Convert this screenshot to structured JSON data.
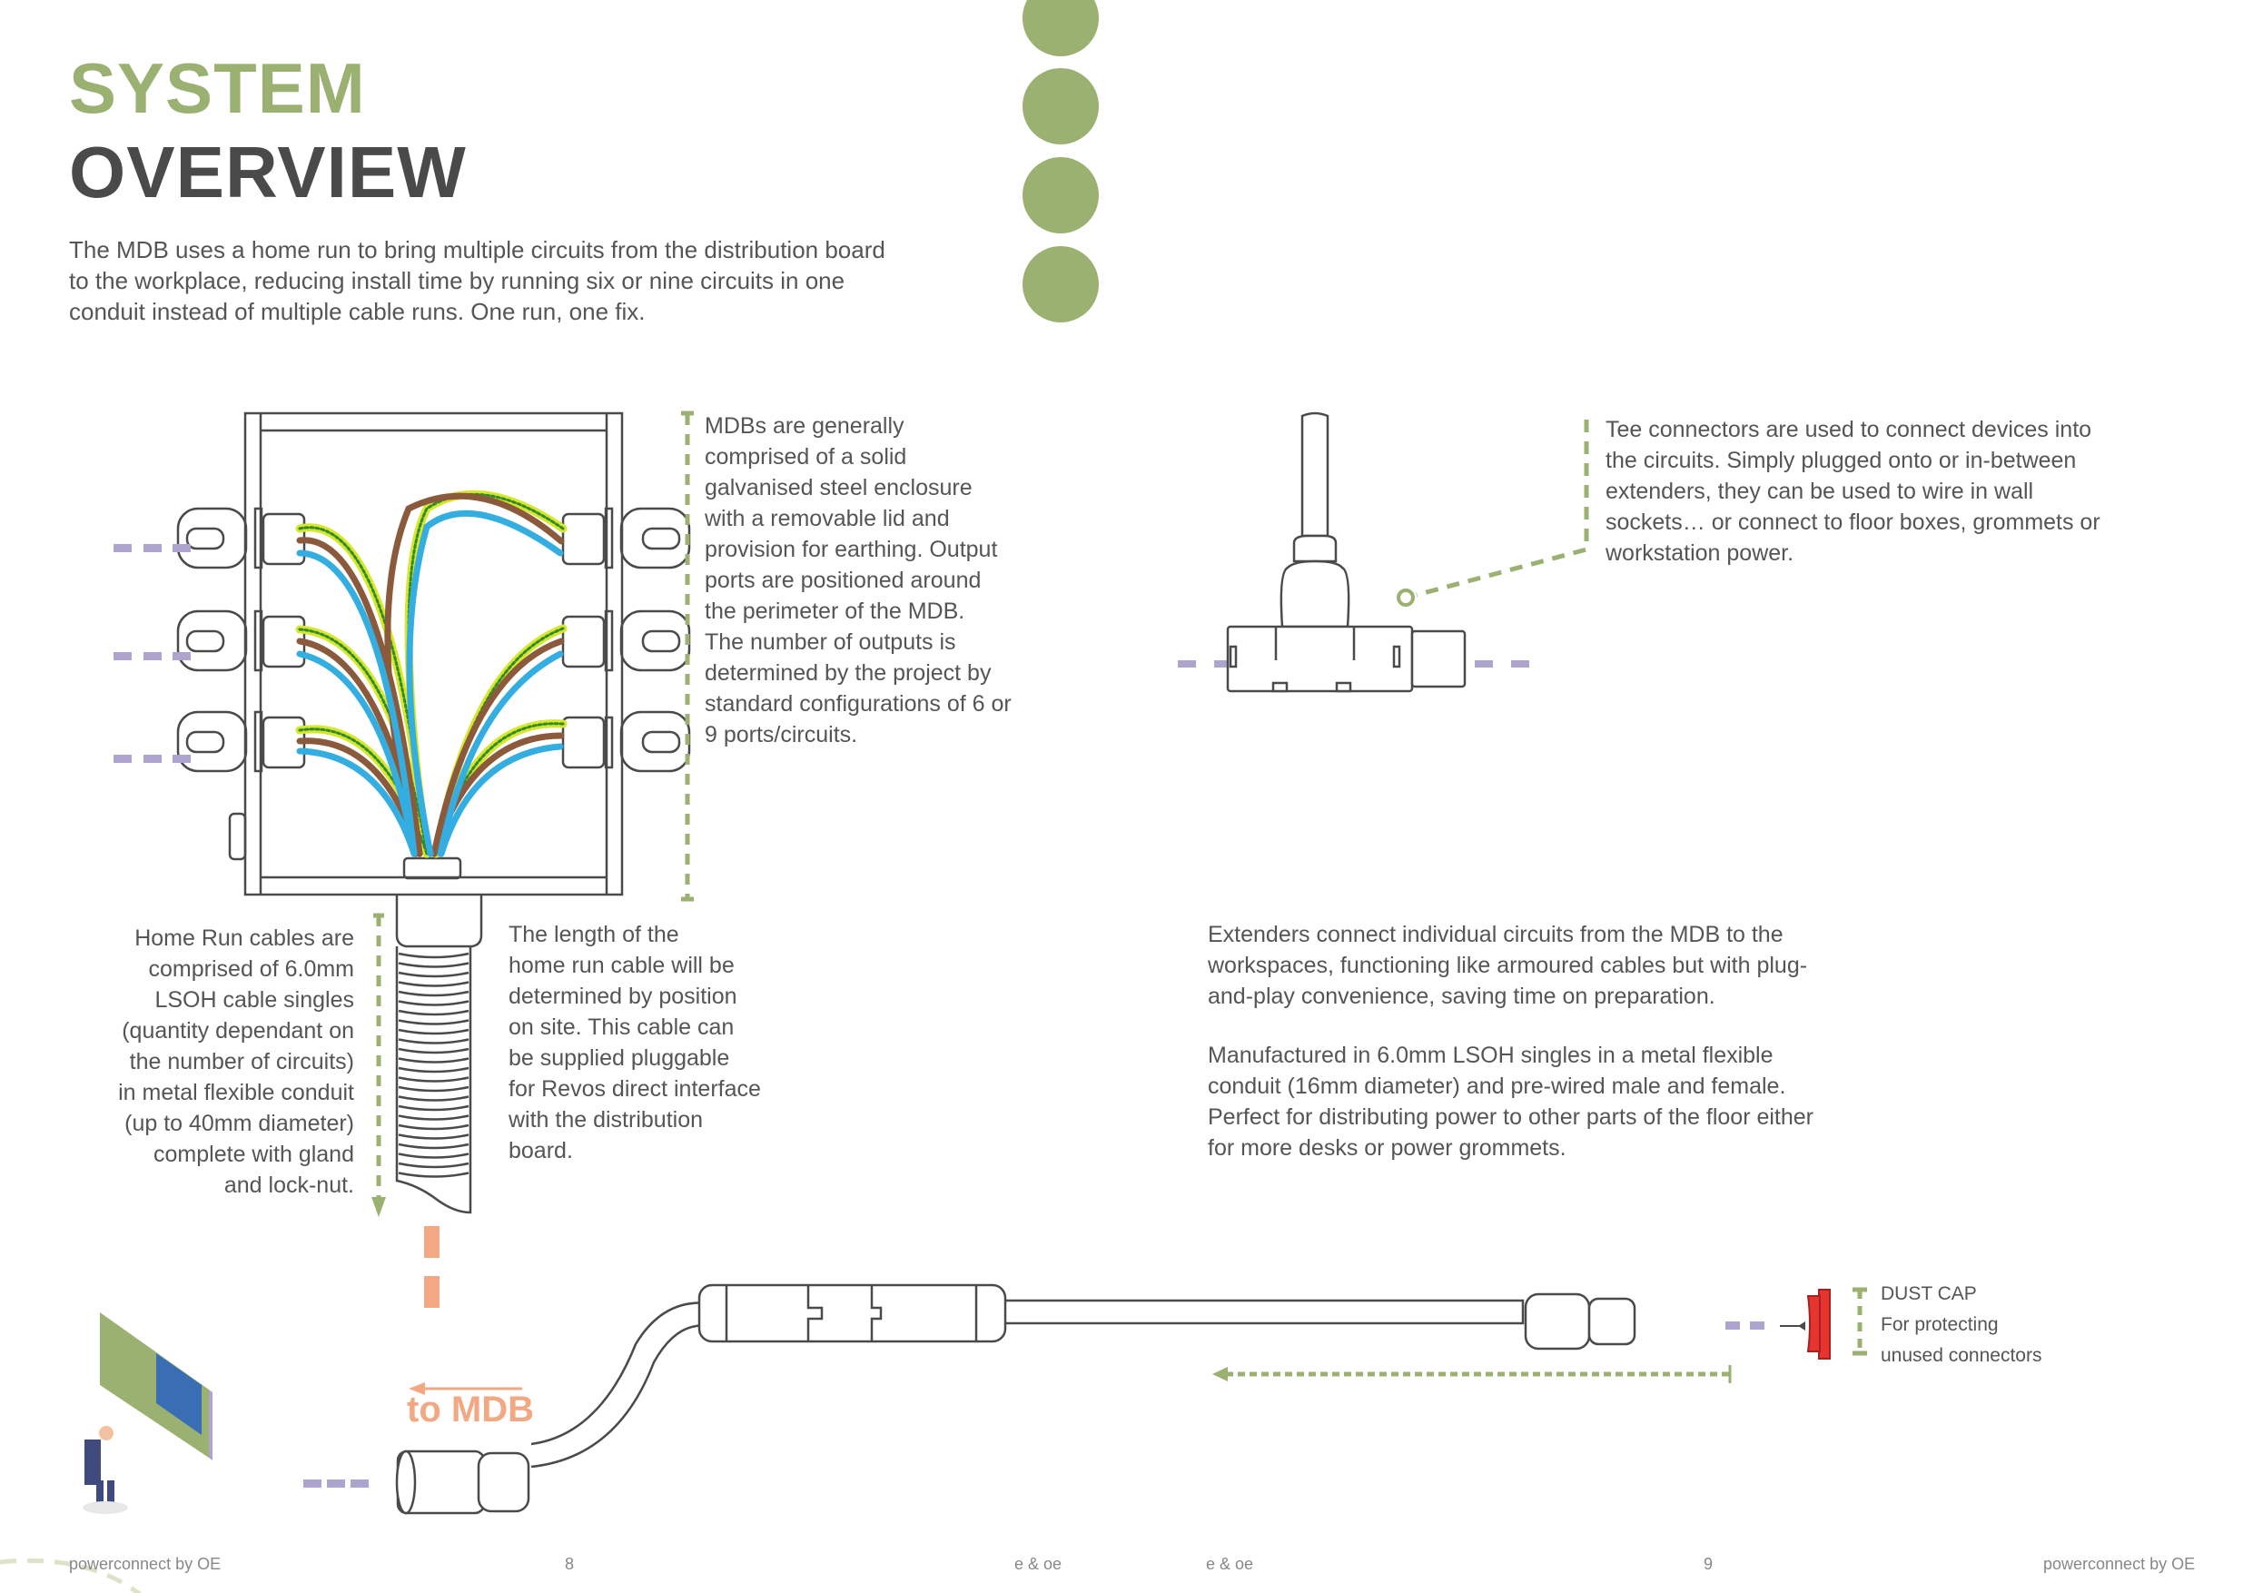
{
  "header": {
    "title_line1": "SYSTEM",
    "title_line2": "OVERVIEW",
    "intro": "The MDB uses a home run to bring multiple circuits from the distribution board to the workplace, reducing install time by running six or nine circuits in one conduit instead of multiple cable runs. One run, one fix."
  },
  "mdb": {
    "description": "MDBs are generally\ncomprised of a solid\ngalvanised steel enclosure\nwith a removable lid and\nprovision for earthing. Output\nports are positioned around\nthe perimeter of the MDB.\nThe number of outputs is\ndetermined by the project by\nstandard configurations of 6 or\n9 ports/circuits."
  },
  "tee": {
    "description": "Tee connectors are used to connect devices into\nthe circuits. Simply plugged onto or in-between\nextenders, they can be used to wire in wall\nsockets… or connect to floor boxes, grommets or\nworkstation power."
  },
  "home_run": {
    "cables_text": "Home Run cables are\ncomprised of 6.0mm\nLSOH cable singles\n(quantity dependant on\nthe number of circuits)\nin metal flexible conduit\n(up to 40mm diameter)\ncomplete with gland\nand lock-nut.",
    "length_text": "The length of the\nhome run cable will be\ndetermined by position\non site. This cable can\nbe supplied pluggable\nfor Revos direct interface\nwith the distribution\nboard."
  },
  "extenders": {
    "para1": "Extenders connect individual circuits from the MDB to the\nworkspaces, functioning like armoured cables but with plug-\nand-play convenience, saving time on preparation.",
    "para2": "Manufactured in 6.0mm LSOH singles in a metal flexible\nconduit (16mm diameter) and pre-wired male and female.\nPerfect for distributing power to other parts of the floor either\nfor more desks or power grommets.",
    "to_mdb_label": "to MDB"
  },
  "dust_cap": {
    "title": "DUST CAP",
    "line1": "For protecting",
    "line2": "unused connectors"
  },
  "footer": {
    "brand_left": "powerconnect by OE",
    "page_left": "8",
    "eoe_left": "e & oe",
    "eoe_right": "e & oe",
    "page_right": "9",
    "brand_right": "powerconnect by OE"
  },
  "colors": {
    "accent_green": "#9BB172",
    "dark_text": "#4a4a4a",
    "port_dash": "#ADA5CE",
    "orange": "#F2A883",
    "wire_blue": "#34ADE0",
    "wire_brown": "#8B5A3C",
    "earth_yellow": "#D8E62C",
    "earth_green": "#2E8B2E",
    "dust_cap_red": "#E8342F"
  }
}
